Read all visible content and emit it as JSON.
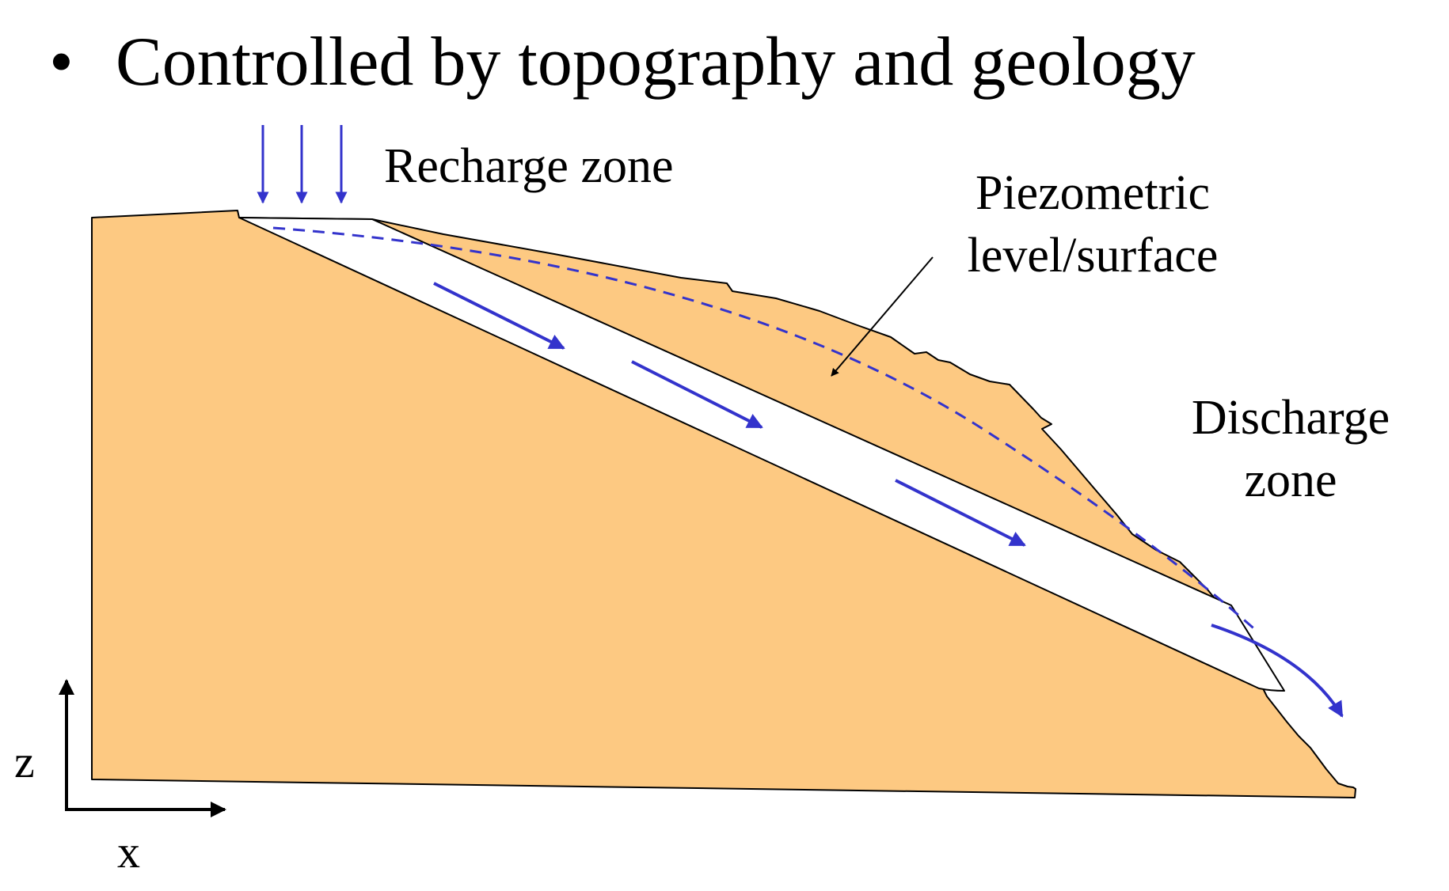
{
  "heading": {
    "bullet": "•",
    "text": "Controlled by topography and geology"
  },
  "labels": {
    "recharge_zone": "Recharge zone",
    "piezometric_line1": "Piezometric",
    "piezometric_line2": "level/surface",
    "discharge_line1": "Discharge",
    "discharge_line2": "zone",
    "axis_z": "z",
    "axis_x": "x"
  },
  "colors": {
    "terrain": "#fdc982",
    "flow": "#3333cc",
    "outline": "#000000",
    "aquifer": "#ffffff"
  }
}
